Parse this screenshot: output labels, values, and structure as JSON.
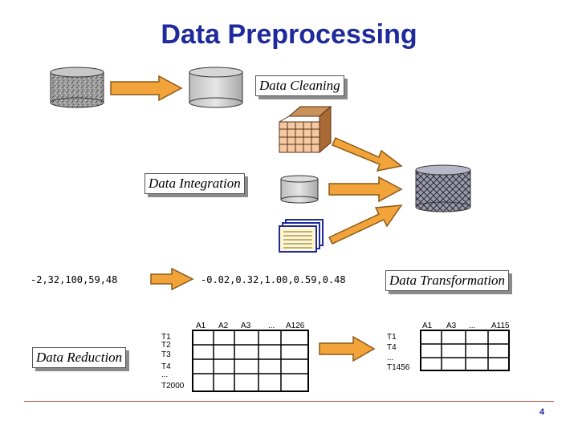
{
  "title": "Data Preprocessing",
  "labels": {
    "cleaning": "Data Cleaning",
    "integration": "Data Integration",
    "transformation": "Data Transformation",
    "reduction": "Data Reduction"
  },
  "transformation_example": {
    "before": "-2,32,100,59,48",
    "after": "-0.02,0.32,1.00,0.59,0.48"
  },
  "reduction_example": {
    "left_table": {
      "columns": [
        "A1",
        "A2",
        "A3",
        "...",
        "A126"
      ],
      "rows": [
        "T1",
        "T2",
        "T3",
        "T4",
        "...",
        "T2000"
      ]
    },
    "right_table": {
      "columns": [
        "A1",
        "A3",
        "...",
        "A115"
      ],
      "rows": [
        "T1",
        "T4",
        "...",
        "T1456"
      ]
    }
  },
  "page_number": "4",
  "colors": {
    "title": "#1f2a9c",
    "arrow_fill": "#f2a33a",
    "arrow_stroke": "#8a5a1a",
    "footer_line": "#c0504d"
  }
}
